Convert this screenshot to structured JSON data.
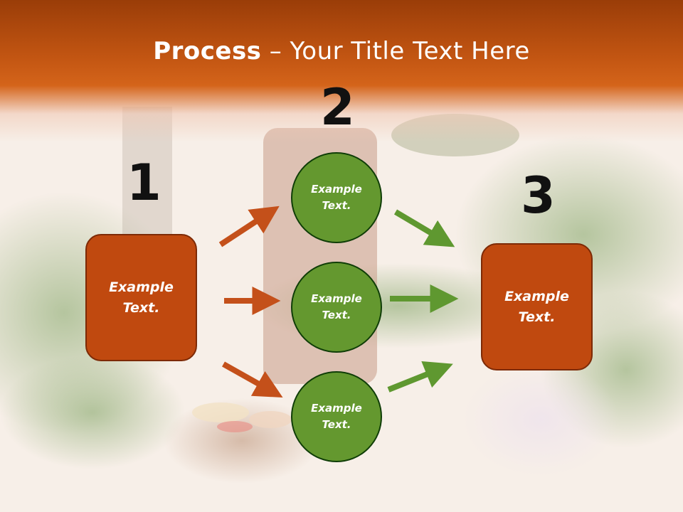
{
  "slide": {
    "title_bold": "Process",
    "title_rest": " – Your Title Text Here",
    "steps": [
      "1",
      "2",
      "3"
    ],
    "left_box": "Example\nText.",
    "right_box": "Example\nText.",
    "circles": [
      "Example\nText.",
      "Example\nText.",
      "Example\nText."
    ]
  },
  "colors": {
    "header": "#c25512",
    "box_fill": "#c0490f",
    "circle_fill": "#64982f",
    "orange_arrow": "#c4501a",
    "green_arrow": "#5f9830"
  }
}
